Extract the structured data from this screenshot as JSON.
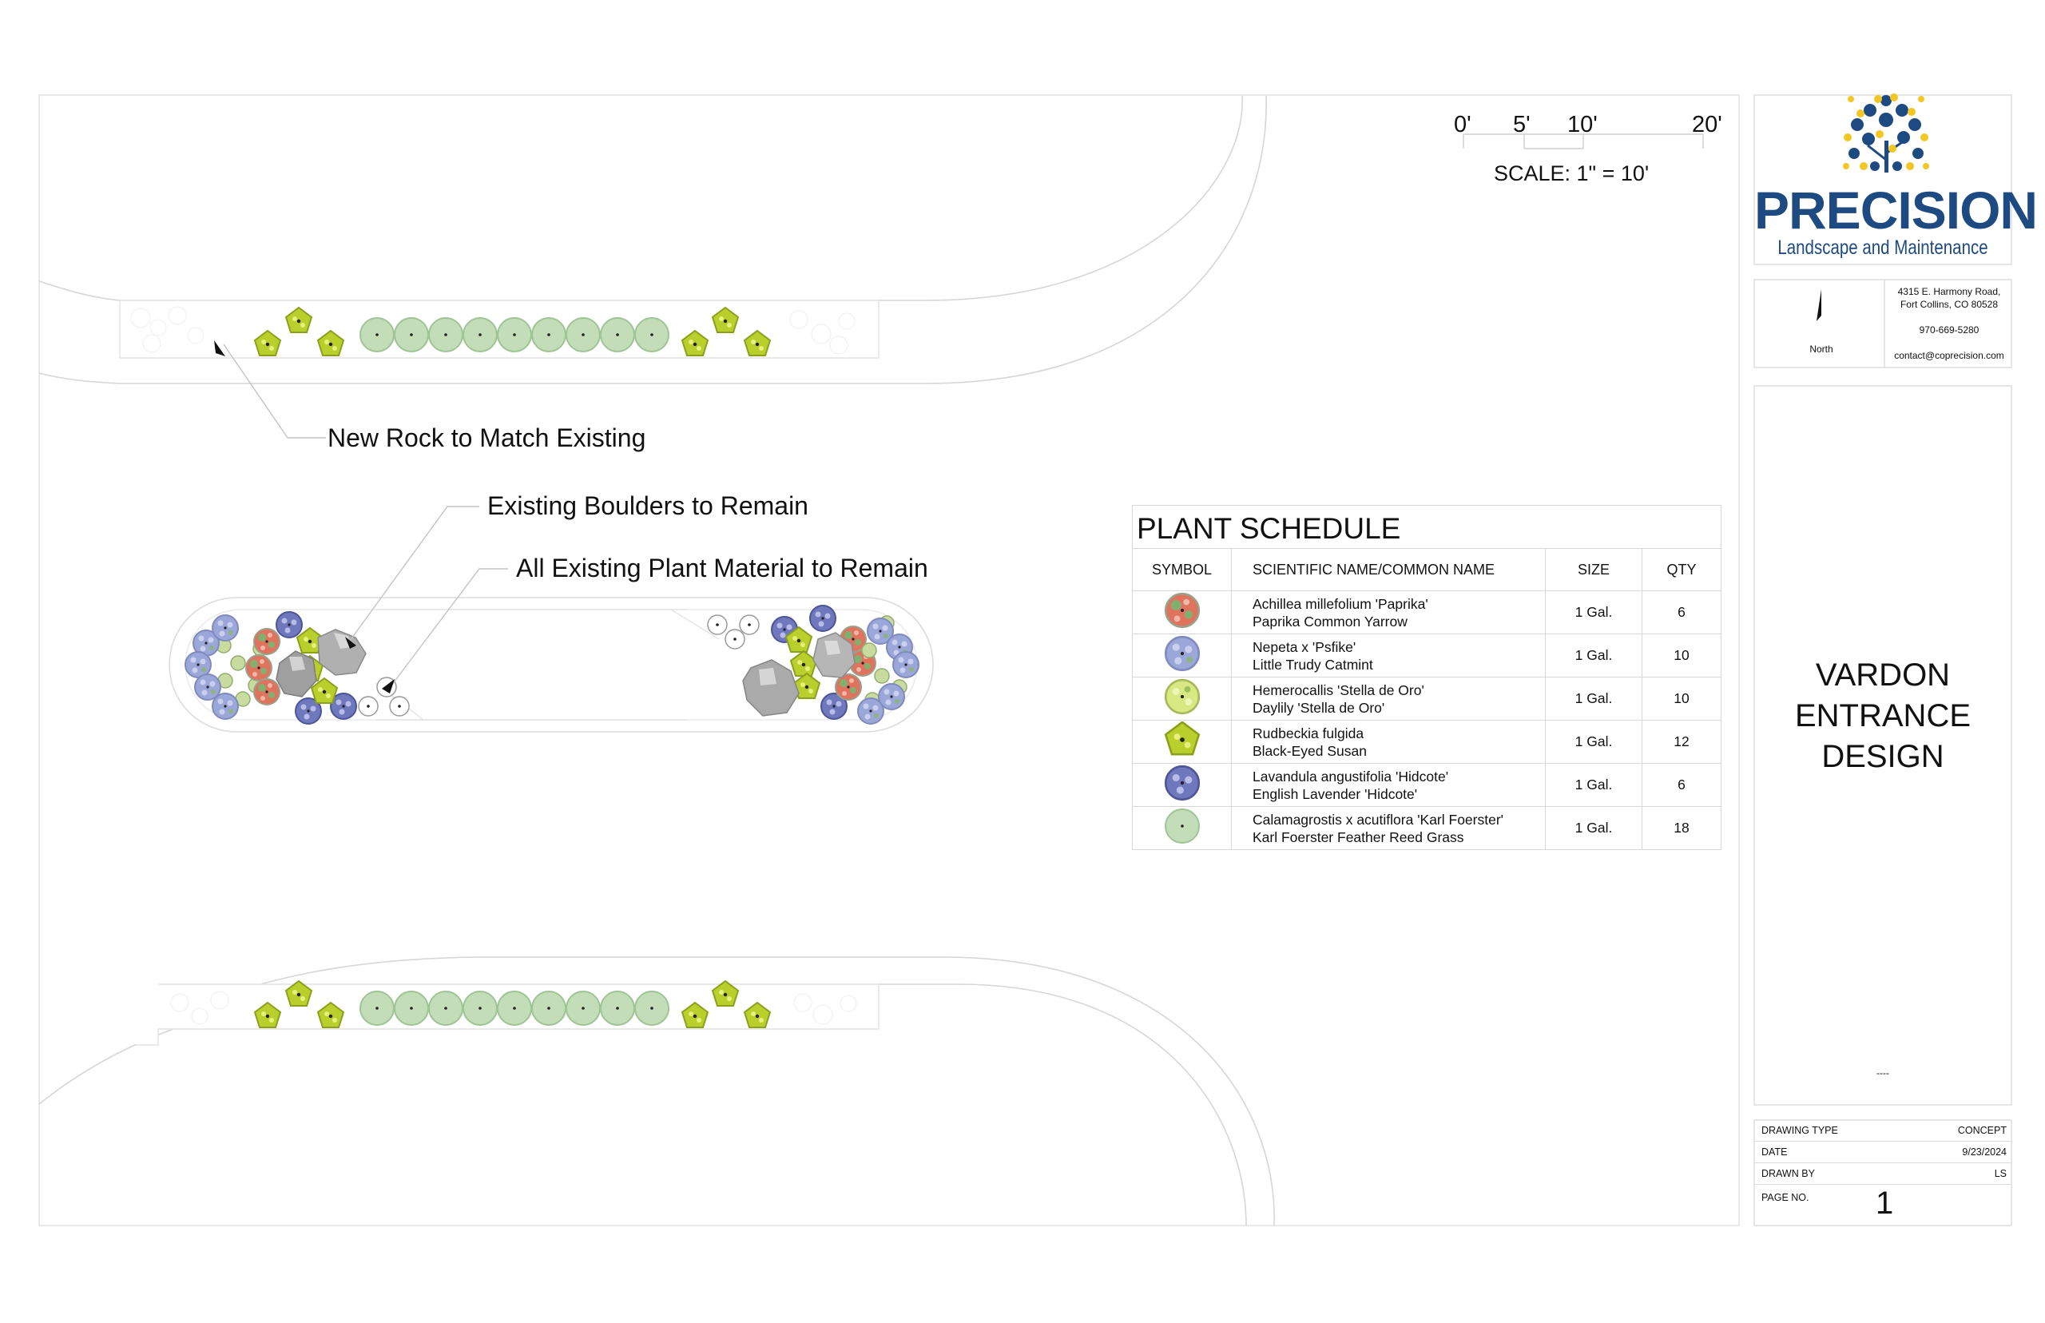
{
  "callouts": {
    "new_rock": "New Rock to Match Existing",
    "boulders": "Existing Boulders to Remain",
    "plant_material": "All Existing Plant Material to Remain"
  },
  "scale_bar": {
    "ticks": [
      "0'",
      "5'",
      "10'",
      "20'"
    ],
    "caption": "SCALE: 1\" = 10'"
  },
  "plant_schedule": {
    "title": "PLANT SCHEDULE",
    "headers": {
      "symbol": "SYMBOL",
      "name": "SCIENTIFIC NAME/COMMON NAME",
      "size": "SIZE",
      "qty": "QTY"
    },
    "rows": [
      {
        "symbol": "yarrow",
        "scientific": "Achillea millefolium 'Paprika'",
        "common": "Paprika Common Yarrow",
        "size": "1 Gal.",
        "qty": "6"
      },
      {
        "symbol": "catmint",
        "scientific": "Nepeta x 'Psfike'",
        "common": "Little Trudy Catmint",
        "size": "1 Gal.",
        "qty": "10"
      },
      {
        "symbol": "daylily",
        "scientific": "Hemerocallis 'Stella de Oro'",
        "common": "Daylily 'Stella de Oro'",
        "size": "1 Gal.",
        "qty": "10"
      },
      {
        "symbol": "rudbeckia",
        "scientific": "Rudbeckia fulgida",
        "common": "Black-Eyed Susan",
        "size": "1 Gal.",
        "qty": "12"
      },
      {
        "symbol": "lavender",
        "scientific": "Lavandula angustifolia 'Hidcote'",
        "common": "English Lavender 'Hidcote'",
        "size": "1 Gal.",
        "qty": "6"
      },
      {
        "symbol": "grass",
        "scientific": "Calamagrostis x acutiflora 'Karl Foerster'",
        "common": "Karl Foerster Feather Reed Grass",
        "size": "1 Gal.",
        "qty": "18"
      }
    ]
  },
  "logo": {
    "name": "PRECISION",
    "tagline": "Landscape and Maintenance"
  },
  "company": {
    "address_line1": "4315 E. Harmony Road,",
    "address_line2": "Fort Collins, CO 80528",
    "phone": "970-669-5280",
    "email": "contact@coprecision.com"
  },
  "north_label": "North",
  "project": {
    "title_line1": "VARDON",
    "title_line2": "ENTRANCE",
    "title_line3": "DESIGN",
    "revision": "----"
  },
  "title_block": {
    "drawing_type_label": "DRAWING TYPE",
    "drawing_type": "CONCEPT",
    "date_label": "DATE",
    "date": "9/23/2024",
    "drawn_by_label": "DRAWN BY",
    "drawn_by": "LS",
    "page_label": "PAGE NO.",
    "page": "1"
  },
  "colors": {
    "yarrow": "#e0735e",
    "catmint": "#9ba7d8",
    "daylily": "#d8e882",
    "rudbeckia": "#b8cf2c",
    "lavender": "#6f78bc",
    "grass": "#c2ddb8",
    "boulder": "#b4b4b4",
    "logo_blue": "#1e4a82",
    "logo_gold": "#f3c623"
  }
}
